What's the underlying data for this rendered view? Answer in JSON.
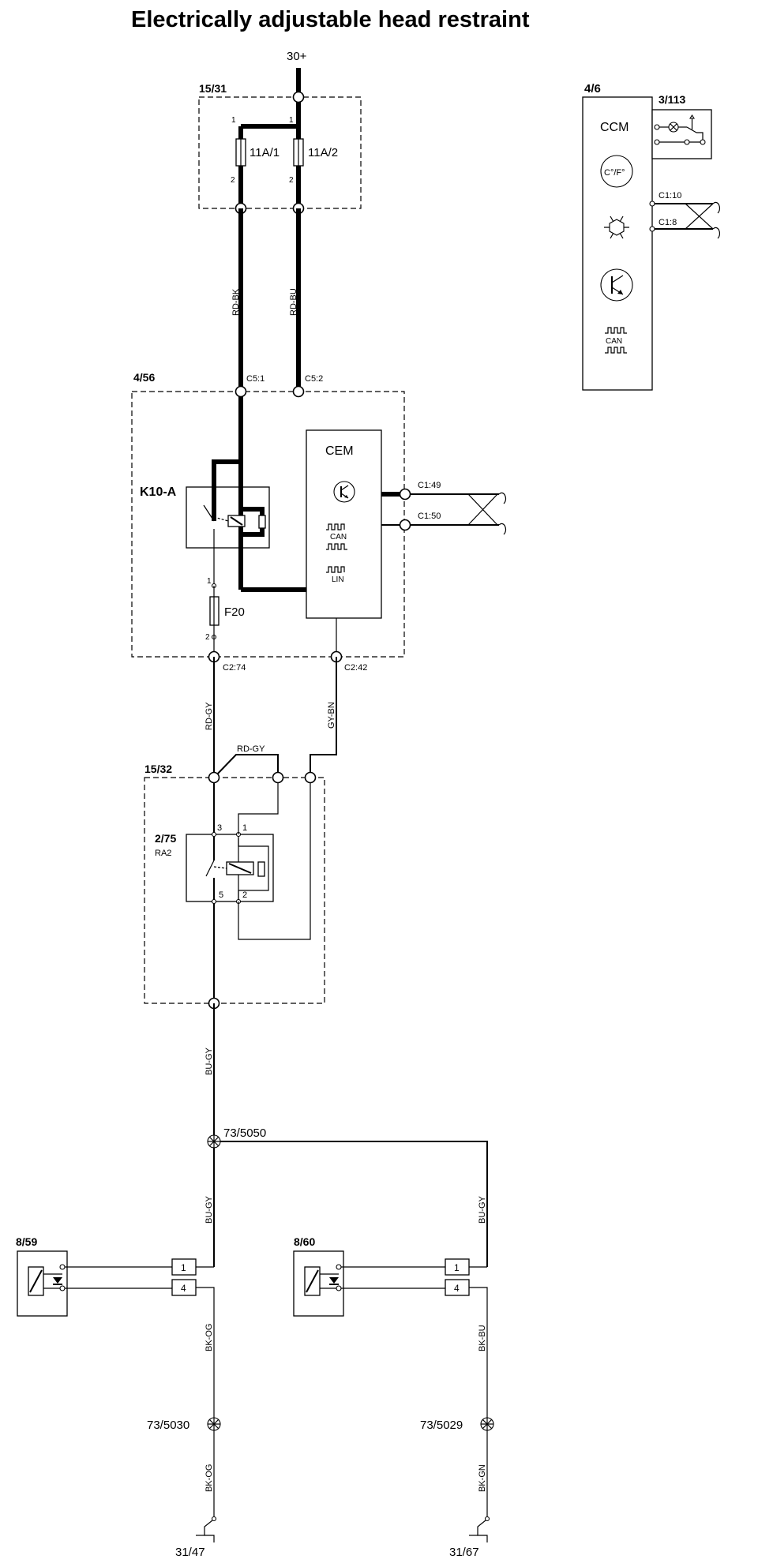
{
  "title": "Electrically adjustable head restraint",
  "supply": "30+",
  "fuse_box": {
    "id": "15/31",
    "fuse1": "11A/1",
    "fuse2": "11A/2",
    "pin1": "1",
    "pin2": "2"
  },
  "wires": {
    "rd_bk": "RD-BK",
    "rd_bu": "RD-BU",
    "rd_gy": "RD-GY",
    "gy_bn": "GY-BN",
    "bu_gy": "BU-GY",
    "bk_og": "BK-OG",
    "bk_bu": "BK-BU",
    "bk_gn": "BK-GN"
  },
  "cem_box": {
    "id": "4/56",
    "c5_1": "C5:1",
    "c5_2": "C5:2",
    "relay": "K10-A",
    "cem": "CEM",
    "can": "CAN",
    "lin": "LIN",
    "c1_49": "C1:49",
    "c1_50": "C1:50",
    "fuse": "F20",
    "pin1": "1",
    "pin2": "2",
    "c2_74": "C2:74",
    "c2_42": "C2:42"
  },
  "ccm_box": {
    "id": "4/6",
    "ccm": "CCM",
    "switch": "3/113",
    "temp": "C°/F°",
    "c1_10": "C1:10",
    "c1_8": "C1:8",
    "can": "CAN"
  },
  "relay_box": {
    "id": "15/32",
    "relay": "2/75",
    "relay_sub": "RA2",
    "pin3": "3",
    "pin1": "1",
    "pin5": "5",
    "pin2": "2"
  },
  "splices": {
    "s5050": "73/5050",
    "s5030": "73/5030",
    "s5029": "73/5029"
  },
  "motors": {
    "left": "8/59",
    "right": "8/60",
    "pin1": "1",
    "pin4": "4"
  },
  "grounds": {
    "g1": "31/47",
    "g2": "31/67"
  }
}
